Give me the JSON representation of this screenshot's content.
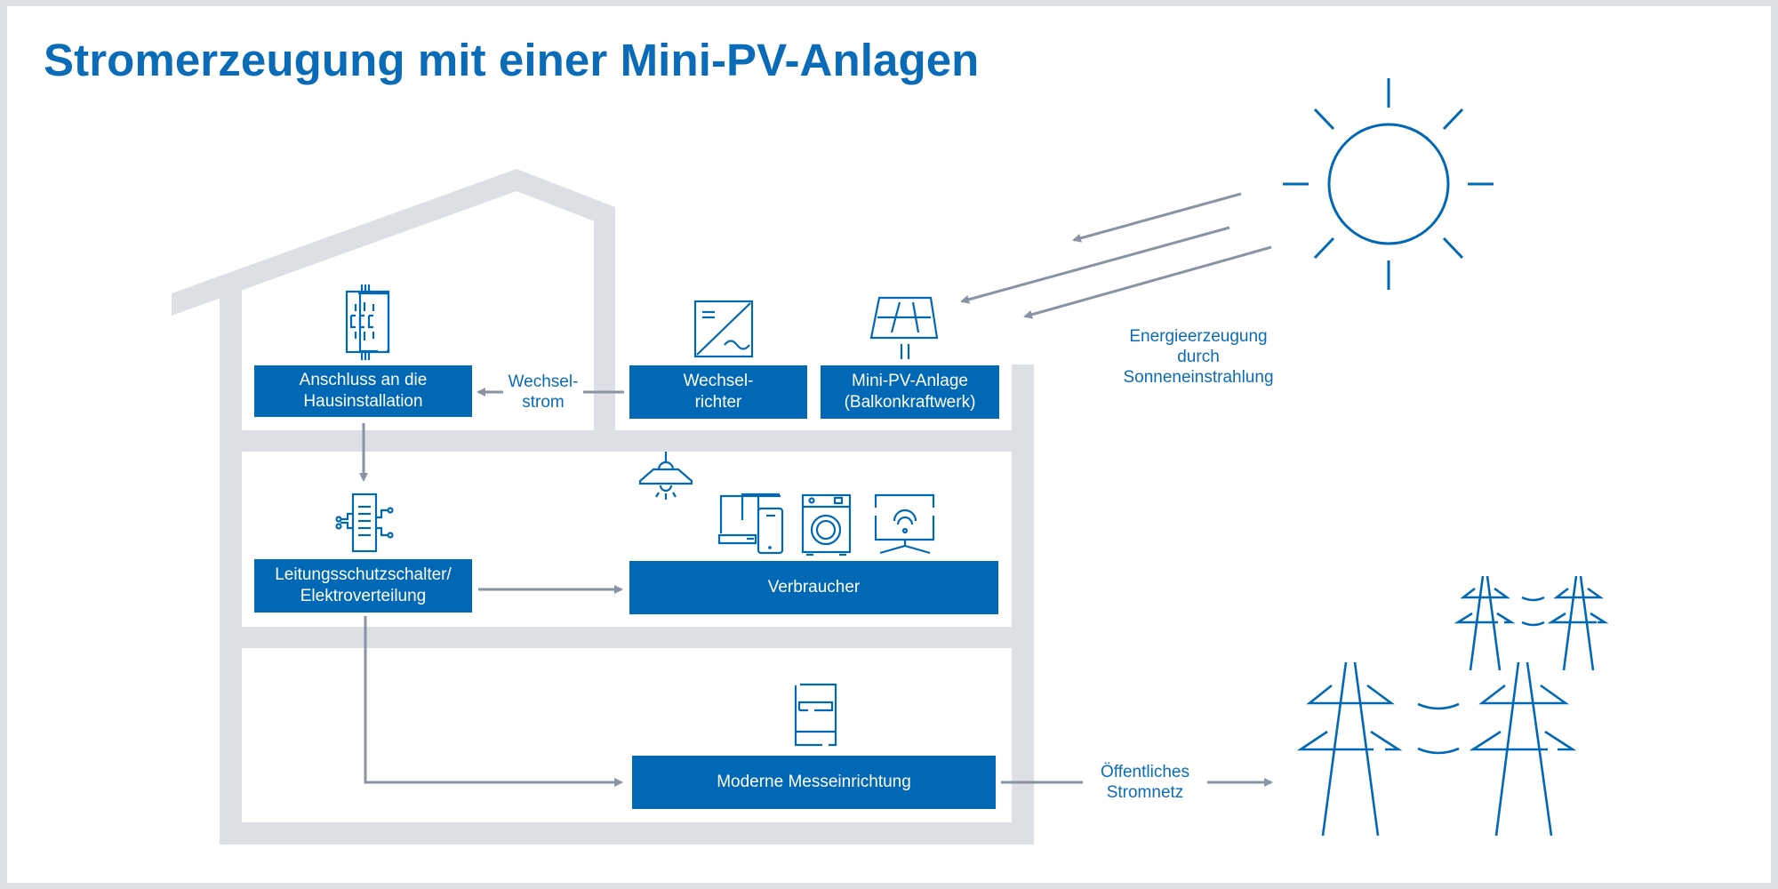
{
  "title": "Stromerzeugung mit einer Mini-PV-Anlagen",
  "colors": {
    "accent": "#0068b4",
    "title": "#0a6cb8",
    "house": "#dce0e4",
    "arrow": "#8a93a3",
    "background": "#ffffff"
  },
  "boxes": {
    "anschluss": "Anschluss an die\nHausinstallation",
    "wechselrichter": "Wechsel-\nrichter",
    "mini_pv": "Mini-PV-Anlage\n(Balkonkraftwerk)",
    "leitungsschutz": "Leitungsschutzschalter/\nElektroverteilung",
    "verbraucher": "Verbraucher",
    "messeinrichtung": "Moderne Messeinrichtung"
  },
  "labels": {
    "wechselstrom": "Wechsel-\nstrom",
    "sonne": "Energieerzeugung\ndurch\nSonneneinstrahlung",
    "stromnetz": "Öffentliches\nStromnetz"
  },
  "icons": [
    "house-connection-icon",
    "inverter-icon",
    "solar-panel-icon",
    "circuit-breaker-icon",
    "ceiling-lamp-icon",
    "laptop-phone-icon",
    "washing-machine-icon",
    "smart-tv-icon",
    "smart-meter-icon",
    "sun-icon",
    "power-pylons-icon"
  ]
}
